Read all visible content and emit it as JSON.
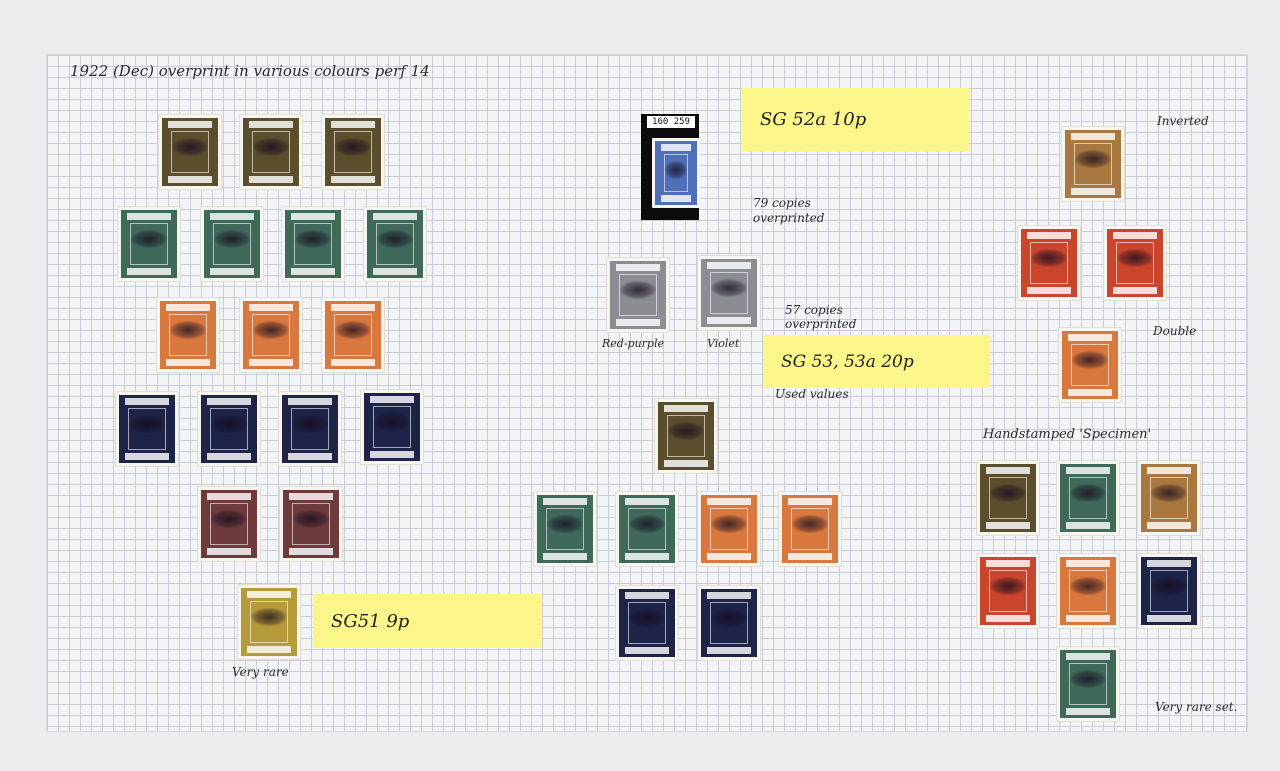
{
  "labels": {
    "header": "1922 (Dec) overprint in various colours perf 14",
    "inverted": "Inverted",
    "double": "Double",
    "handstamped": "Handstamped 'Specimen'",
    "copies_79": "79 copies",
    "overprinted_1": "overprinted",
    "copies_57": "57 copies",
    "overprinted_2": "overprinted",
    "red_purple": "Red-purple",
    "violet": "Violet",
    "used_values": "Used values",
    "very_rare": "Very rare",
    "very_rare_set": "Very rare set.",
    "mount_number": "160 259"
  },
  "notes": {
    "sg52a": "SG 52a   10p",
    "sg53": "SG 53, 53a    20p",
    "sg51": "SG51   9p"
  },
  "colors": {
    "olive": "#5a4e2c",
    "green": "#3f6a5a",
    "orange": "#d9783e",
    "navy": "#1d2448",
    "maroon": "#6d3b3c",
    "ochre": "#b79a3a",
    "blue": "#4f6fb8",
    "grey": "#8b8d93",
    "red": "#c9452c",
    "brown": "#a8783e",
    "yellow_note": "#fbf58a"
  }
}
